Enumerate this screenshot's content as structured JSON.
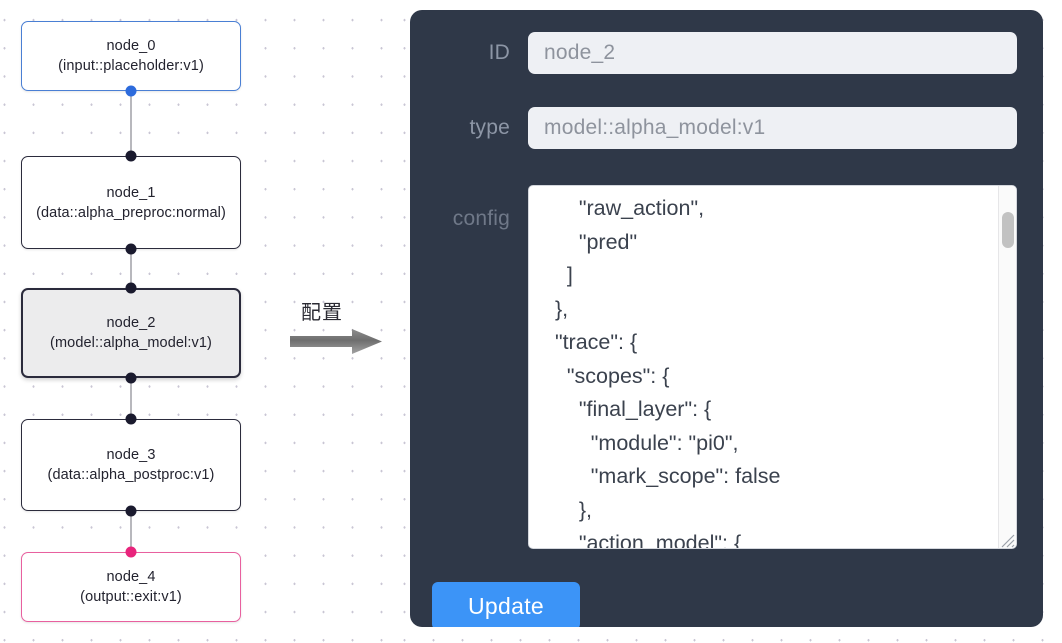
{
  "graph": {
    "nodes": [
      {
        "id": "node_0",
        "type_line": "(input::placeholder:v1)",
        "label": "node_0\n(input::placeholder:v1)",
        "state": "input",
        "accent": "#4a7fd4"
      },
      {
        "id": "node_1",
        "type_line": "(data::alpha_preproc:normal)",
        "label": "node_1\n(data::alpha_preproc:normal)",
        "state": "default",
        "accent": "#2b2b3c"
      },
      {
        "id": "node_2",
        "type_line": "(model::alpha_model:v1)",
        "label": "node_2\n(model::alpha_model:v1)",
        "state": "selected",
        "accent": "#2b2b3c"
      },
      {
        "id": "node_3",
        "type_line": "(data::alpha_postproc:v1)",
        "label": "node_3\n(data::alpha_postproc:v1)",
        "state": "default",
        "accent": "#2b2b3c"
      },
      {
        "id": "node_4",
        "type_line": "(output::exit:v1)",
        "label": "node_4\n(output::exit:v1)",
        "state": "output",
        "accent": "#e8609f"
      }
    ],
    "edges": [
      {
        "from": "node_0",
        "to": "node_1"
      },
      {
        "from": "node_1",
        "to": "node_2"
      },
      {
        "from": "node_2",
        "to": "node_3"
      },
      {
        "from": "node_3",
        "to": "node_4"
      }
    ]
  },
  "annotation": {
    "label": "配置",
    "arrow": "right-arrow"
  },
  "panel": {
    "fields": {
      "id": {
        "label": "ID",
        "value": "node_2"
      },
      "type": {
        "label": "type",
        "value": "model::alpha_model:v1"
      },
      "config": {
        "label": "config",
        "value": "      \"raw_action\",\n      \"pred\"\n    ]\n  },\n  \"trace\": {\n    \"scopes\": {\n      \"final_layer\": {\n        \"module\": \"pi0\",\n        \"mark_scope\": false\n      },\n      \"action_model\": {",
        "scroll_position": "near-top"
      }
    },
    "update_button": {
      "label": "Update"
    },
    "colors": {
      "panel_background": "#2f3848",
      "input_background": "#eef0f4",
      "input_text": "#8e939d",
      "label_text": "#8d96a6",
      "button_background": "#3c94f7",
      "button_text": "#ffffff"
    }
  }
}
